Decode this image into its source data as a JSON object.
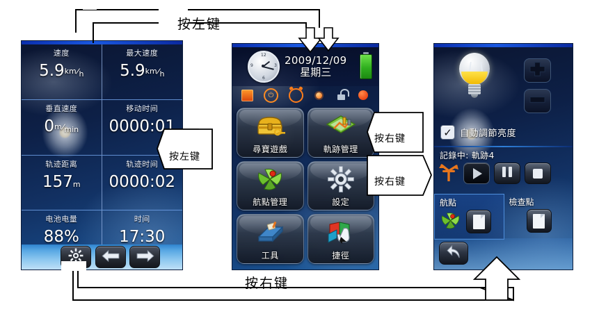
{
  "diagram": {
    "title": "GPS device navigation flow",
    "annotations": [
      {
        "id": "top",
        "text": "按左键"
      },
      {
        "id": "arrow-left",
        "text": "按左键"
      },
      {
        "id": "arrow-right-1",
        "text": "按右键"
      },
      {
        "id": "arrow-right-2",
        "text": "按右键"
      },
      {
        "id": "bottom",
        "text": "按右键"
      }
    ]
  },
  "left_screen": {
    "name": "trip-computer-screen",
    "cells": [
      {
        "label": "速度",
        "value": "5.9",
        "unit_num": "km",
        "unit_den": "h"
      },
      {
        "label": "最大速度",
        "value": "5.9",
        "unit_num": "km",
        "unit_den": "h"
      },
      {
        "label": "垂直速度",
        "value": "0",
        "unit_num": "m",
        "unit_den": "min"
      },
      {
        "label": "移动时间",
        "value": "0000:01",
        "unit_num": "",
        "unit_den": ""
      },
      {
        "label": "轨迹距离",
        "value": "157",
        "unit_num": "m",
        "unit_den": ""
      },
      {
        "label": "轨迹时间",
        "value": "0000:02",
        "unit_num": "",
        "unit_den": ""
      },
      {
        "label": "电池电量",
        "value": "88%",
        "unit_num": "",
        "unit_den": ""
      },
      {
        "label": "时间",
        "value": "17:30",
        "unit_num": "",
        "unit_den": ""
      }
    ],
    "bottom_buttons": [
      {
        "name": "settings-gear-button",
        "icon": "gear-icon"
      },
      {
        "name": "prev-page-button",
        "icon": "arrow-left-icon"
      },
      {
        "name": "next-page-button",
        "icon": "arrow-right-icon"
      }
    ]
  },
  "middle_screen": {
    "name": "main-menu-screen",
    "status": {
      "clock_icon": "analog-clock-icon",
      "date": "2009/12/09",
      "weekday": "星期三",
      "battery_icon": "battery-full-icon"
    },
    "status_icons": [
      {
        "name": "signal-icon"
      },
      {
        "name": "gps-power-icon"
      },
      {
        "name": "alarm-clock-icon"
      },
      {
        "name": "brightness-sun-icon"
      },
      {
        "name": "unlock-padlock-icon"
      },
      {
        "name": "record-dot-icon"
      }
    ],
    "menu": [
      {
        "label": "尋寶遊戲",
        "icon": "treasure-chest-icon"
      },
      {
        "label": "軌跡管理",
        "icon": "track-map-icon"
      },
      {
        "label": "航點管理",
        "icon": "waypoint-leaf-icon"
      },
      {
        "label": "設定",
        "icon": "gear-icon"
      },
      {
        "label": "工具",
        "icon": "toolbox-book-icon"
      },
      {
        "label": "捷徑",
        "icon": "shortcut-hand-icon"
      }
    ]
  },
  "right_screen": {
    "name": "brightness-and-record-screen",
    "brightness": {
      "bulb_icon": "light-bulb-icon",
      "plus_label": "+",
      "minus_label": "-",
      "auto_checkbox_checked": "✓",
      "auto_label": "自動調節亮度"
    },
    "recording": {
      "title": "記錄中: 軌跡4",
      "track_icon": "track-fork-icon",
      "buttons": [
        {
          "name": "play-button",
          "icon": "play-icon"
        },
        {
          "name": "pause-button",
          "icon": "pause-icon"
        },
        {
          "name": "stop-button",
          "icon": "stop-icon"
        }
      ]
    },
    "waypoint": {
      "label": "航點",
      "leaf_icon": "waypoint-leaf-icon",
      "doc_icon": "document-icon"
    },
    "checkpoint": {
      "label": "檢查點",
      "doc_icon": "document-icon"
    },
    "back_button": {
      "name": "back-button",
      "icon": "back-arrow-icon"
    }
  },
  "colors": {
    "accent_blue": "#1a58e0",
    "screen_dark": "#0b1530",
    "battery_green": "#2fae1e",
    "bulb_yellow": "#f0b800",
    "annotation_black": "#000000"
  }
}
